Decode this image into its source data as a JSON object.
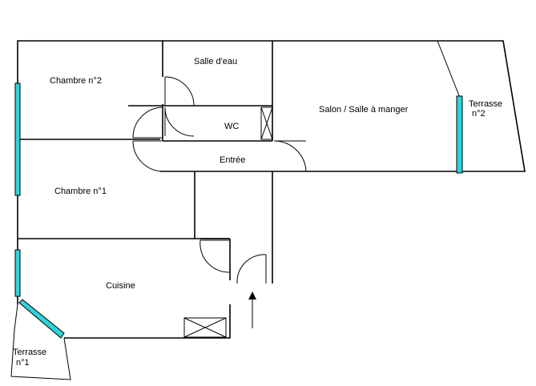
{
  "rooms": {
    "chambre2": "Chambre n°2",
    "salle_eau": "Salle d'eau",
    "salon": "Salon / Salle à manger",
    "terrasse2": [
      "Terrasse",
      "n°2"
    ],
    "wc": "WC",
    "entree": "Entrée",
    "chambre1": "Chambre n°1",
    "cuisine": "Cuisine",
    "terrasse1": [
      "Terrasse",
      "n°1"
    ]
  },
  "colors": {
    "window": "#2ed3db",
    "wall": "#000000",
    "background": "#ffffff"
  },
  "icons": {
    "entrance": "entrance-arrow-icon",
    "shaft": "ventilation-shaft-icon"
  }
}
